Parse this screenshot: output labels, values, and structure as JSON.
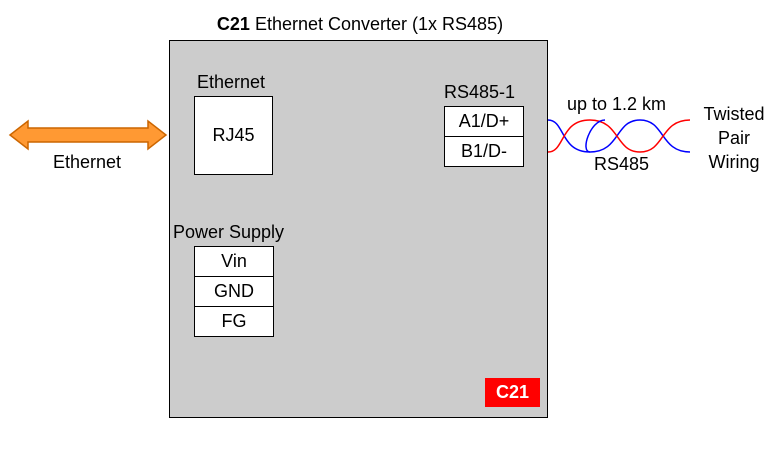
{
  "title": {
    "model": "C21",
    "rest": " Ethernet Converter (1x RS485)"
  },
  "ethernet_port": {
    "heading": "Ethernet",
    "connector": "RJ45"
  },
  "power_supply": {
    "heading": "Power Supply",
    "pins": [
      "Vin",
      "GND",
      "FG"
    ]
  },
  "rs485_port": {
    "heading": "RS485-1",
    "pins": [
      "A1/D+",
      "B1/D-"
    ]
  },
  "left_link": {
    "label": "Ethernet",
    "arrow_color": "#ff9933"
  },
  "right_link": {
    "distance": "up to 1.2 km",
    "protocol": "RS485",
    "wiring_line1": "Twisted",
    "wiring_line2": "Pair",
    "wiring_line3": "Wiring",
    "wire_colors": [
      "#ff0000",
      "#0000ff"
    ]
  },
  "badge": {
    "text": "C21",
    "color": "#ff0000"
  }
}
